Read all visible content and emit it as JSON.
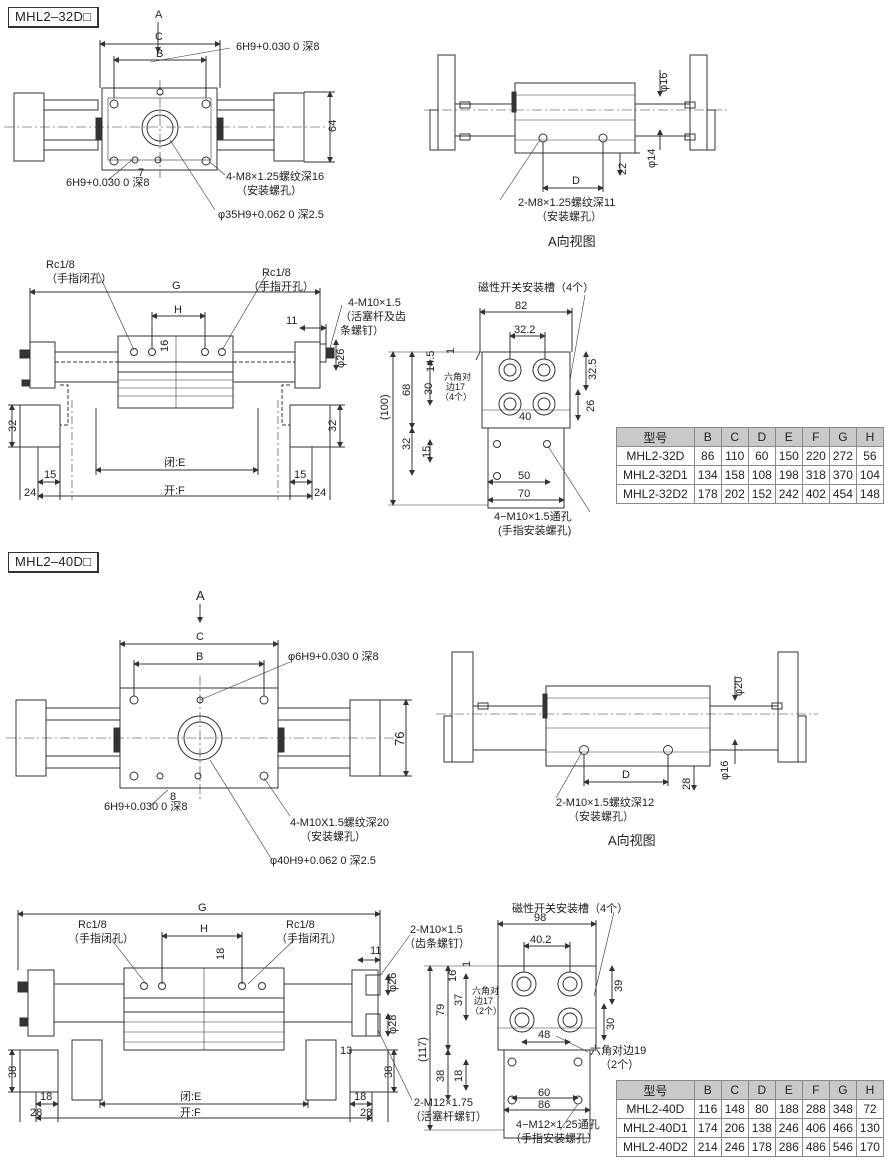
{
  "section1": {
    "model": "MHL2–32D□",
    "arrow_a": "A",
    "top_view": {
      "dim_c": "C",
      "dim_b": "B",
      "dim_64": "64",
      "dim_7": "7",
      "hole_top": "6H9+0.030 0 深8",
      "hole_bottom": "6H9+0.030 0 深8",
      "thread": "4-M8×1.25螺纹深16",
      "thread_note": "（安装螺孔）",
      "bore": "φ35H9+0.062 0 深2.5"
    },
    "side_view": {
      "dim_d": "D",
      "dim_16": "φ16",
      "dim_14": "φ14",
      "dim_22": "22",
      "thread": "2-M8×1.25螺纹深11",
      "thread_note": "（安装螺孔）",
      "caption": "A向视图"
    },
    "front_view": {
      "rc_left": "Rc1/8",
      "rc_left_note": "（手指闭孔）",
      "rc_right": "Rc1/8",
      "rc_right_note": "（手指开孔）",
      "dim_g": "G",
      "dim_h": "H",
      "dim_16": "16",
      "dim_11": "11",
      "dim_26": "φ26",
      "screw": "4-M10×1.5",
      "screw_note1": "（活塞杆及齿",
      "screw_note2": "条螺钉）",
      "dim_32_left": "32",
      "dim_32_right": "32",
      "dim_15_left": "15",
      "dim_15_right": "15",
      "dim_24_left": "24",
      "dim_24_right": "24",
      "closed": "闭:E",
      "open": "开:F"
    },
    "end_view": {
      "slot": "磁性开关安装槽（4个）",
      "dim_82": "82",
      "dim_322": "32.2",
      "dim_1": "1",
      "dim_145": "14.5",
      "dim_30": "30",
      "dim_68": "68",
      "dim_100": "(100)",
      "dim_32": "32",
      "dim_15": "15",
      "hex": "六角对",
      "hex2": "边17",
      "hex3": "（4个）",
      "dim_40": "40",
      "dim_325": "32.5",
      "dim_26": "26",
      "dim_50": "50",
      "dim_70": "70",
      "through": "4−M10×1.5通孔",
      "through_note": "(手指安装螺孔)"
    },
    "table": {
      "headers": [
        "型号",
        "B",
        "C",
        "D",
        "E",
        "F",
        "G",
        "H"
      ],
      "rows": [
        [
          "MHL2-32D",
          "86",
          "110",
          "60",
          "150",
          "220",
          "272",
          "56"
        ],
        [
          "MHL2-32D1",
          "134",
          "158",
          "108",
          "198",
          "318",
          "370",
          "104"
        ],
        [
          "MHL2-32D2",
          "178",
          "202",
          "152",
          "242",
          "402",
          "454",
          "148"
        ]
      ]
    }
  },
  "section2": {
    "model": "MHL2–40D□",
    "arrow_a": "A",
    "top_view": {
      "dim_c": "C",
      "dim_b": "B",
      "dim_76": "76",
      "dim_8": "8",
      "hole_top": "φ6H9+0.030 0 深8",
      "hole_bottom": "6H9+0.030 0 深8",
      "thread": "4-M10X1.5螺纹深20",
      "thread_note": "（安装螺孔）",
      "bore": "φ40H9+0.062 0 深2.5"
    },
    "side_view": {
      "dim_d": "D",
      "dim_20": "φ20",
      "dim_16": "φ16",
      "dim_28": "28",
      "thread": "2-M10×1.5螺纹深12",
      "thread_note": "（安装螺孔）",
      "caption": "A向视图"
    },
    "front_view": {
      "rc_left": "Rc1/8",
      "rc_left_note": "（手指闭孔）",
      "rc_right": "Rc1/8",
      "rc_right_note": "（手指闭孔）",
      "dim_g": "G",
      "dim_h": "H",
      "dim_18": "18",
      "dim_11": "11",
      "dim_26": "φ26",
      "dim_28": "φ28",
      "dim_13": "13",
      "screw_top": "2-M10×1.5",
      "screw_top_note": "（齿条螺钉）",
      "screw_bottom": "2-M12×1.75",
      "screw_bottom_note": "（活塞杆螺钉）",
      "dim_38_left": "38",
      "dim_38_right": "38",
      "dim_18_left": "18",
      "dim_18_right": "18",
      "dim_28_left": "28",
      "dim_28_right": "28",
      "closed": "闭:E",
      "open": "开:F"
    },
    "end_view": {
      "slot": "磁性开关安装槽（4个）",
      "dim_98": "98",
      "dim_402": "40.2",
      "dim_1": "1",
      "dim_16": "16",
      "dim_37": "37",
      "dim_79": "79",
      "dim_117": "(117)",
      "dim_38": "38",
      "dim_18": "18",
      "hex": "六角对",
      "hex2": "边17",
      "hex3": "（2个）",
      "dim_48": "48",
      "dim_39": "39",
      "dim_30": "30",
      "dim_60": "60",
      "dim_86": "86",
      "hex19": "六角对边19",
      "hex19_note": "（2个）",
      "through": "4−M12×1.25通孔",
      "through_note": "（手指安装螺孔）"
    },
    "table": {
      "headers": [
        "型号",
        "B",
        "C",
        "D",
        "E",
        "F",
        "G",
        "H"
      ],
      "rows": [
        [
          "MHL2-40D",
          "116",
          "148",
          "80",
          "188",
          "288",
          "348",
          "72"
        ],
        [
          "MHL2-40D1",
          "174",
          "206",
          "138",
          "246",
          "406",
          "466",
          "130"
        ],
        [
          "MHL2-40D2",
          "214",
          "246",
          "178",
          "286",
          "486",
          "546",
          "170"
        ]
      ]
    }
  }
}
